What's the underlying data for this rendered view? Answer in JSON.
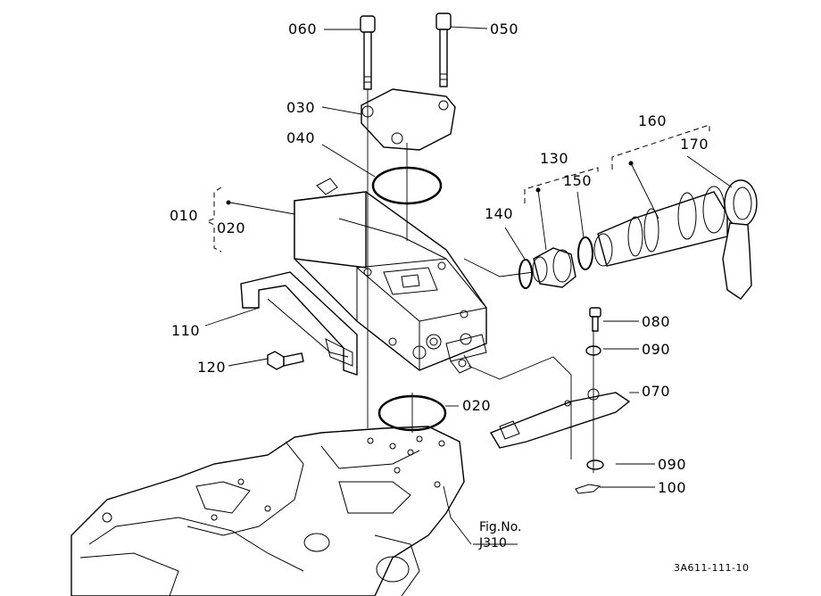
{
  "callouts": {
    "c060": "060",
    "c050": "050",
    "c030": "030",
    "c040": "040",
    "c010": "010",
    "c020_upper": "020",
    "c110": "110",
    "c120": "120",
    "c020_lower": "020",
    "c130": "130",
    "c140": "140",
    "c150": "150",
    "c160": "160",
    "c170": "170",
    "c080": "080",
    "c090_upper": "090",
    "c070": "070",
    "c090_lower": "090",
    "c100": "100"
  },
  "figure_ref": {
    "line1": "Fig.No.",
    "line2": "J310"
  },
  "diagram_code": "3A611-111-10"
}
